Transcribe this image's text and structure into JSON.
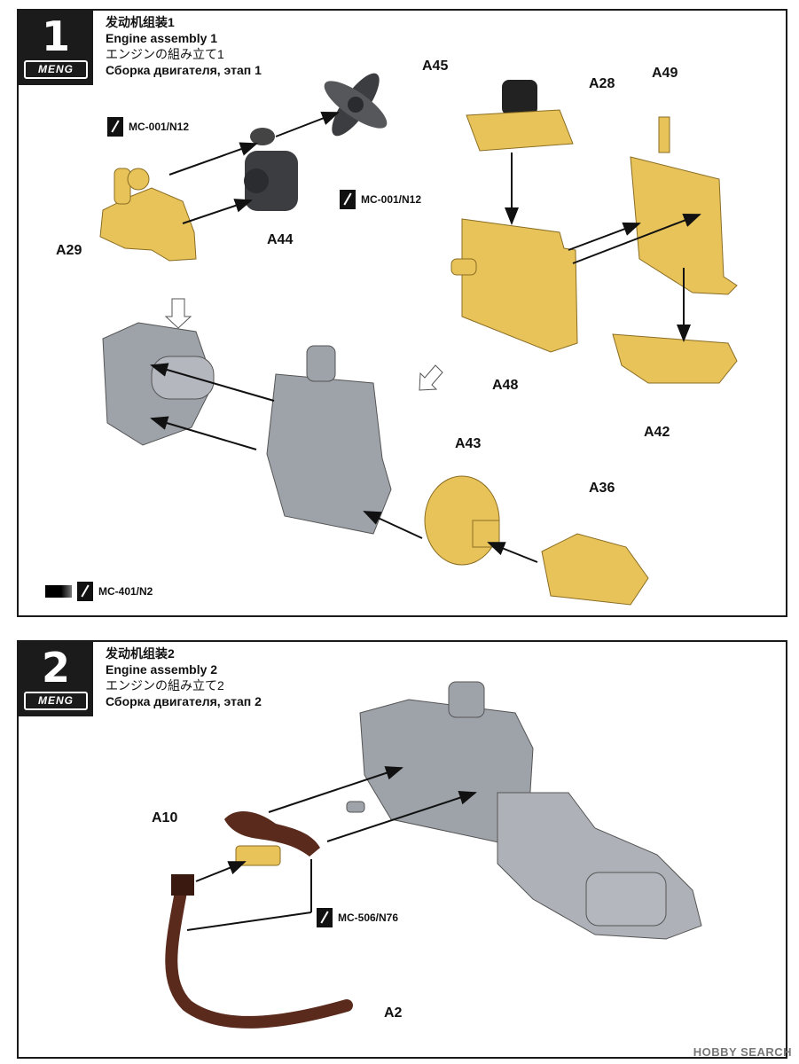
{
  "step1": {
    "number": "1",
    "brand": "MENG",
    "title_cn": "发动机组装1",
    "title_en": "Engine assembly 1",
    "title_jp": "エンジンの組み立て1",
    "title_ru": "Сборка двигателя, этап 1",
    "parts": [
      "A45",
      "A28",
      "A49",
      "A29",
      "A44",
      "A48",
      "A42",
      "A43",
      "A36"
    ],
    "paints": [
      "MC-001/N12",
      "MC-001/N12",
      "MC-401/N2"
    ]
  },
  "step2": {
    "number": "2",
    "brand": "MENG",
    "title_cn": "发动机组装2",
    "title_en": "Engine assembly 2",
    "title_jp": "エンジンの組み立て2",
    "title_ru": "Сборка двигателя, этап 2",
    "parts": [
      "A10",
      "A2"
    ],
    "paints": [
      "MC-506/N76"
    ]
  },
  "watermark": "HOBBY SEARCH",
  "colors": {
    "part_yellow": "#e8c35a",
    "assembled_grey": "#9ea3aa",
    "dark_part": "#3c3d40",
    "hose_brown": "#5a2a1c"
  }
}
